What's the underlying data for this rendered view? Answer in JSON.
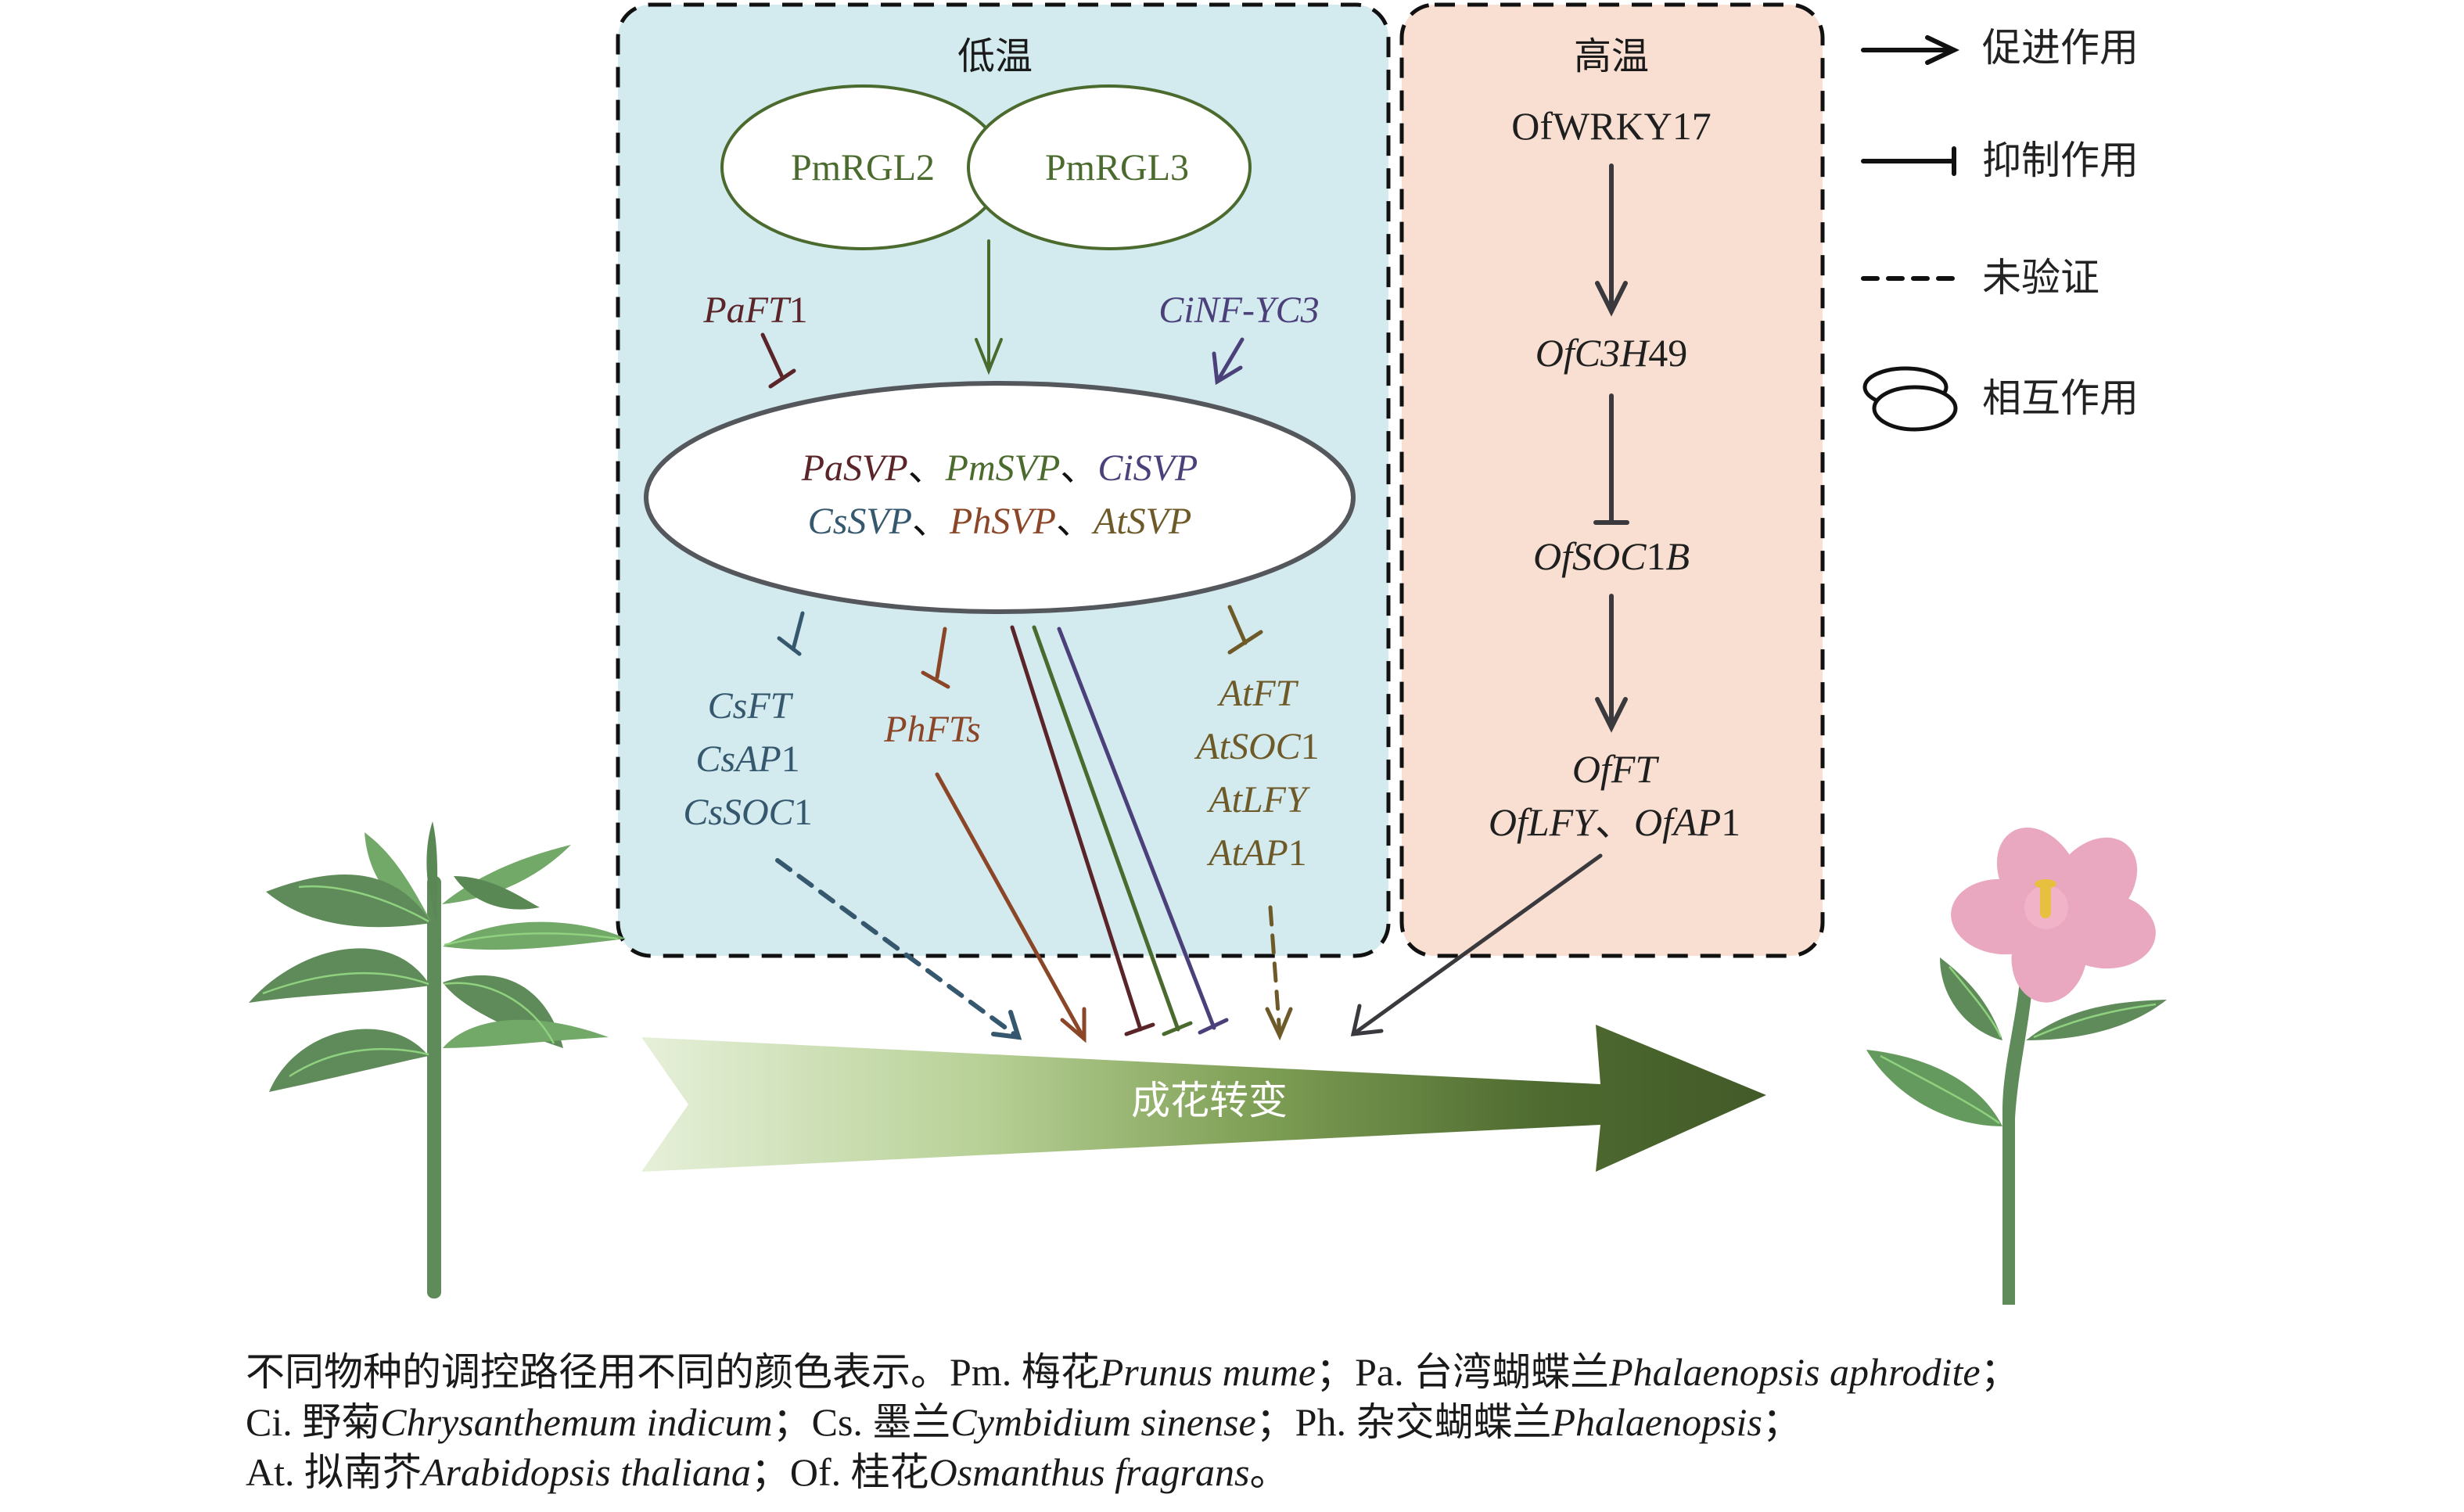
{
  "colors": {
    "pa": "#5a2428",
    "pm": "#4a6a2e",
    "ci": "#4b407a",
    "cs": "#35586e",
    "ph": "#8b4527",
    "at": "#6e5a28",
    "of": "#2b2b2e",
    "low_temp_bg": "#d3eaee",
    "high_temp_bg": "#f8dfd2",
    "arrow_light": "#e4efd6",
    "arrow_dark": "#435c2a"
  },
  "low_temp": {
    "title": "低温",
    "interaction": [
      "PmRGL2",
      "PmRGL3"
    ],
    "upstream_left": {
      "prefix": "PaFT",
      "suffix": "1"
    },
    "upstream_right": "CiNF-YC3",
    "svp_row1": [
      {
        "label": "PaSVP",
        "sep": "、"
      },
      {
        "label": "PmSVP",
        "sep": "、"
      },
      {
        "label": "CiSVP",
        "sep": ""
      }
    ],
    "svp_row2": [
      {
        "label": "CsSVP",
        "sep": "、"
      },
      {
        "label": "PhSVP",
        "sep": "、"
      },
      {
        "label": "AtSVP",
        "sep": ""
      }
    ],
    "cs_targets": [
      {
        "prefix": "CsFT",
        "suffix": ""
      },
      {
        "prefix": "CsAP",
        "suffix": "1"
      },
      {
        "prefix": "CsSOC",
        "suffix": "1"
      }
    ],
    "ph_targets": "PhFTs",
    "at_targets": [
      {
        "prefix": "AtFT",
        "suffix": ""
      },
      {
        "prefix": "AtSOC",
        "suffix": "1"
      },
      {
        "prefix": "AtLFY",
        "suffix": ""
      },
      {
        "prefix": "AtAP",
        "suffix": "1"
      }
    ]
  },
  "high_temp": {
    "title": "高温",
    "gene1": "OfWRKY17",
    "gene2": {
      "a": "OfC3H",
      "b": "49"
    },
    "gene3": {
      "a": "OfSOC",
      "b": "1",
      "c": "B"
    },
    "gene4": "OfFT",
    "gene5": {
      "a": "OfLFY",
      "sep": "、",
      "b": "OfAP",
      "c": "1"
    }
  },
  "outcome": {
    "label": "成花转变"
  },
  "legend": [
    {
      "icon": "promote-arrow-icon",
      "label": "促进作用"
    },
    {
      "icon": "inhibit-bar-icon",
      "label": "抑制作用"
    },
    {
      "icon": "dashed-line-icon",
      "label": "未验证"
    },
    {
      "icon": "interaction-ellipses-icon",
      "label": "相互作用"
    }
  ],
  "illustrations": {
    "left": "vegetative-plant",
    "right": "flowering-plant"
  },
  "caption": {
    "lead": "不同物种的调控路径用不同的颜色表示。",
    "entries": [
      {
        "abbr": "Pm.",
        "cn": "梅花",
        "sci": "Prunus mume",
        "end": "；"
      },
      {
        "abbr": "Pa.",
        "cn": "台湾蝴蝶兰",
        "sci": "Phalaenopsis aphrodite",
        "end": "；"
      },
      {
        "abbr": "Ci.",
        "cn": "野菊",
        "sci": "Chrysanthemum indicum",
        "end": "；"
      },
      {
        "abbr": "Cs.",
        "cn": "墨兰",
        "sci": "Cymbidium sinense",
        "end": "；"
      },
      {
        "abbr": "Ph.",
        "cn": "杂交蝴蝶兰",
        "sci": "Phalaenopsis",
        "end": "；"
      },
      {
        "abbr": "At.",
        "cn": "拟南芥",
        "sci": "Arabidopsis thaliana",
        "end": "；"
      },
      {
        "abbr": "Of.",
        "cn": "桂花",
        "sci": "Osmanthus fragrans",
        "end": "。"
      }
    ]
  }
}
